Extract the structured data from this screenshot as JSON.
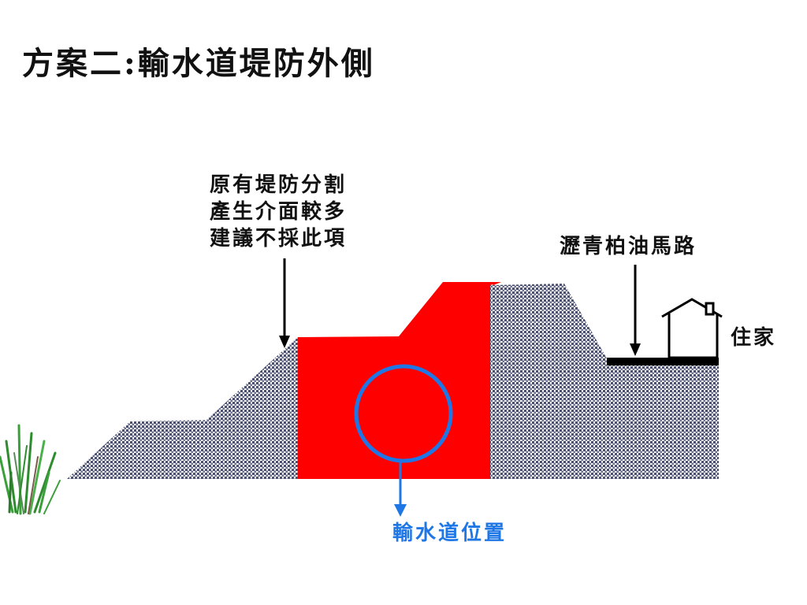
{
  "title": "方案二:輸水道堤防外側",
  "annotations": {
    "existing_levee": [
      "原有堤防分割",
      "產生介面較多",
      "建議不採此項"
    ],
    "asphalt_road": "瀝青柏油馬路",
    "house": "住家",
    "pipeline_position": "輸水道位置"
  },
  "colors": {
    "new_levee": "#ff0000",
    "existing_levee_fill": "#5a5f78",
    "pipe": "#1f77e6",
    "road": "#000000",
    "text": "#111111"
  },
  "icons": [
    "house-icon",
    "grass-icon"
  ]
}
